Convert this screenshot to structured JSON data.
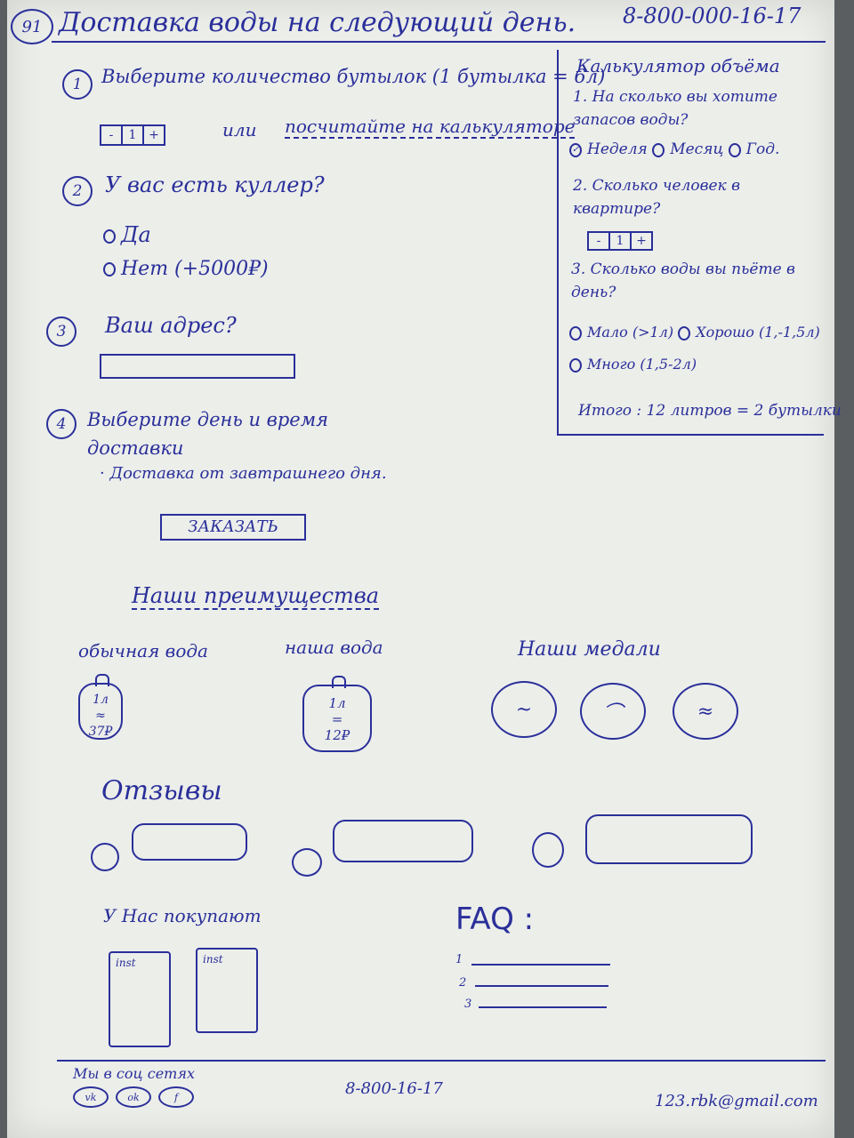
{
  "header": {
    "page_badge": "91",
    "title": "Доставка воды на следующий день.",
    "phone": "8-800-000-16-17"
  },
  "step1": {
    "number": "1",
    "text": "Выберите количество бутылок (1 бутылка = 6л)",
    "stepper": {
      "minus": "-",
      "value": "1",
      "plus": "+"
    },
    "or_text": "или",
    "calc_link": "посчитайте на калькуляторе"
  },
  "step2": {
    "number": "2",
    "question": "У вас есть куллер?",
    "options": [
      "Да",
      "Нет (+5000₽)"
    ]
  },
  "step3": {
    "number": "3",
    "question": "Ваш адрес?",
    "input_value": ""
  },
  "step4": {
    "number": "4",
    "text": "Выберите день и время доставки",
    "note": "· Доставка от завтрашнего дня."
  },
  "order_button": "ЗАКАЗАТЬ",
  "calculator": {
    "title": "Калькулятор объёма",
    "q1": "1. На сколько вы хотите запасов воды?",
    "q1_options": [
      "Неделя",
      "Месяц",
      "Год."
    ],
    "q1_selected": "Неделя",
    "q2": "2. Сколько человек в квартире?",
    "q2_stepper": {
      "minus": "-",
      "value": "1",
      "plus": "+"
    },
    "q3": "3. Сколько воды вы пьёте в день?",
    "q3_options": [
      "Мало (>1л)",
      "Хорошо (1,-1,5л)",
      "Много (1,5-2л)"
    ],
    "total": "Итого : 12 литров = 2 бутылки"
  },
  "advantages": {
    "title": "Наши преимущества",
    "regular_water": {
      "label": "обычная вода",
      "line1": "1л",
      "line2": "≈",
      "line3": "37₽"
    },
    "our_water": {
      "label": "наша вода",
      "line1": "1л",
      "line2": "=",
      "line3": "12₽"
    },
    "medals_label": "Наши медали",
    "medals": [
      "~",
      "⌒",
      "≈"
    ]
  },
  "reviews": {
    "title": "Отзывы"
  },
  "buyers": {
    "title": "У Нас покупают",
    "cards": [
      "inst",
      "inst"
    ]
  },
  "faq": {
    "title": "FAQ :",
    "items": [
      "1",
      "2",
      "3"
    ]
  },
  "footer": {
    "social_title": "Мы в соц сетях",
    "socials": [
      "vk",
      "ok",
      "f"
    ],
    "phone": "8-800-16-17",
    "email": "123.rbk@gmail.com"
  },
  "colors": {
    "ink": "#2a2f9a",
    "paper": "#eceeea"
  }
}
